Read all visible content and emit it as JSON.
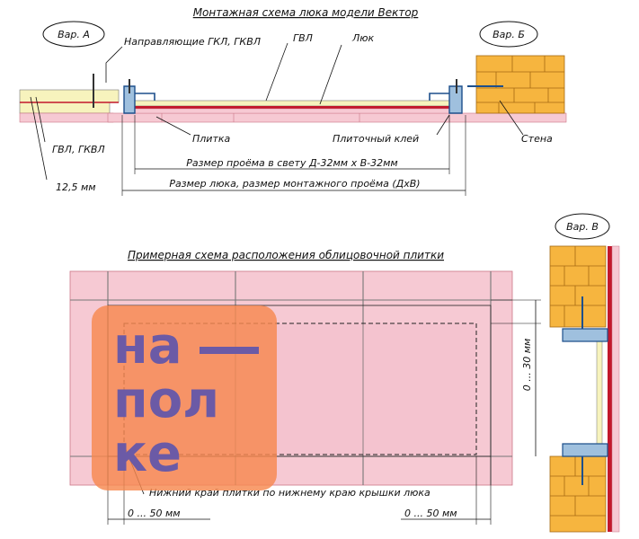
{
  "top_diagram": {
    "title": "Монтажная схема люка модели Вектор",
    "variant_a": "Вар. А",
    "variant_b": "Вар. Б",
    "label_guides": "Направляющие ГКЛ, ГКВЛ",
    "label_gvl": "ГВЛ",
    "label_hatch": "Люк",
    "label_tile": "Плитка",
    "label_tile_glue": "Плиточный клей",
    "label_wall": "Стена",
    "label_gvl_gkvl": "ГВЛ, ГКВЛ",
    "label_thickness": "12,5 мм",
    "dim_clear_opening": "Размер проёма в свету Д-32мм х В-32мм",
    "dim_hatch_size": "Размер люка, размер монтажного проёма (ДхВ)"
  },
  "bottom_diagram": {
    "title": "Примерная схема расположения облицовочной плитки",
    "dim_vertical": "0 ... 30 мм",
    "note_bottom_edge": "Нижний край плитки по нижнему краю крышки люка",
    "dim_left": "0 ... 50 мм",
    "dim_right": "0 ... 50 мм"
  },
  "side_diagram": {
    "variant_v": "Вар. В"
  },
  "watermark": {
    "line1": "на",
    "line2": "пол",
    "line3": "ке"
  },
  "colors": {
    "tile_pink": "#f6c9d3",
    "tile_pink_dark": "#f1b3c2",
    "brick": "#f6b53f",
    "gvl_yellow": "#f7f3bd",
    "glue_red": "#c2182c",
    "steel_blue": "#1d4f8c",
    "watermark_orange": "#f7894f",
    "watermark_text": "#6b5aa6"
  }
}
